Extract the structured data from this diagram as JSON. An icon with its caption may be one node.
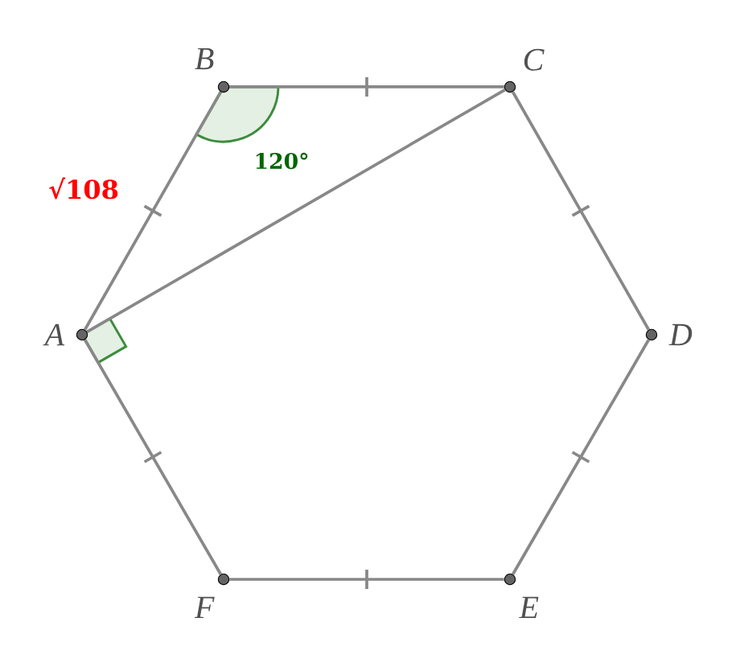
{
  "diagram": {
    "nodes": [
      {
        "text": [
          "A"
        ]
      },
      {
        "text": [
          "B"
        ]
      },
      {
        "text": [
          "C"
        ]
      },
      {
        "text": [
          "D"
        ]
      },
      {
        "text": [
          "E"
        ]
      },
      {
        "text": [
          "F"
        ]
      }
    ],
    "edges": [
      {
        "from": 0,
        "to": 1,
        "arrow": "none"
      },
      {
        "from": 1,
        "to": 2,
        "arrow": "none"
      },
      {
        "from": 2,
        "to": 3,
        "arrow": "none"
      },
      {
        "from": 3,
        "to": 4,
        "arrow": "none"
      },
      {
        "from": 4,
        "to": 5,
        "arrow": "none"
      },
      {
        "from": 5,
        "to": 0,
        "arrow": "none"
      },
      {
        "from": 0,
        "to": 2,
        "arrow": "none"
      }
    ],
    "labels": [
      "√108",
      "120°"
    ]
  }
}
